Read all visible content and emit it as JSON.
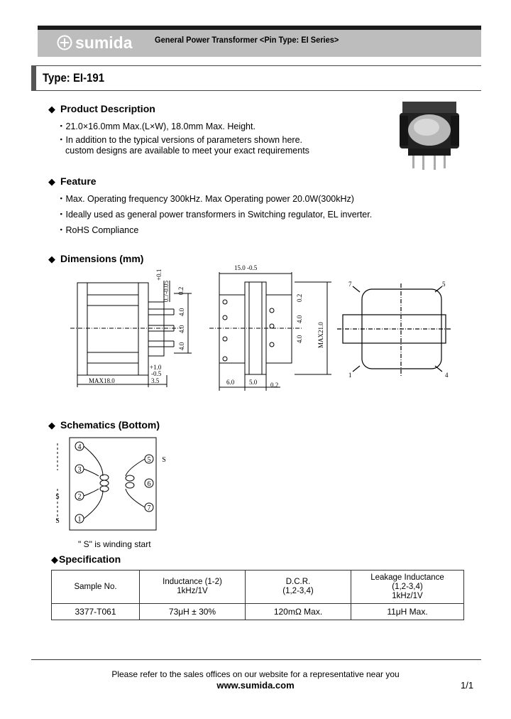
{
  "header": {
    "brand": "sumida",
    "title": "General Power Transformer <Pin Type: EI Series>"
  },
  "type_title": "Type: EI-191",
  "product_description": {
    "heading": "Product Description",
    "lines": [
      "・21.0×16.0mm Max.(L×W), 18.0mm Max. Height.",
      "・In addition to the typical versions of parameters shown here.",
      "custom designs are available to meet your exact requirements"
    ]
  },
  "feature": {
    "heading": "Feature",
    "lines": [
      "・Max. Operating frequency 300kHz. Max Operating power 20.0W(300kHz)",
      "・Ideally used as general power transformers in Switching regulator, EL inverter.",
      "・RoHS Compliance"
    ]
  },
  "dimensions": {
    "heading": "Dimensions (mm)",
    "labels": {
      "width_top": "15.0 -0.5",
      "pin_tol": "+0.1",
      "pin_dim": "0.7-0.05",
      "pitch_a": "0.2",
      "pitch_1": "4.0",
      "pitch_2": "4.0",
      "pitch_3": "4.0",
      "tol_lower": "+1.0",
      "tol_lower2": "-0.5",
      "max_length": "MAX18.0",
      "lead": "3.5",
      "side_a": "6.0",
      "side_b": "5.0",
      "side_c": "0.2",
      "side_p1": "0.2",
      "side_p2": "4.0",
      "side_p3": "4.0",
      "max_height": "MAX21.0",
      "pin7": "7",
      "pin5": "5",
      "pin1": "1",
      "pin4": "4"
    }
  },
  "schematics": {
    "heading": "Schematics (Bottom)",
    "pins": [
      "4",
      "3",
      "2",
      "1",
      "5",
      "6",
      "7"
    ],
    "s_labels": [
      "S",
      "S",
      "S"
    ],
    "note": "\" S\" is winding start"
  },
  "specification": {
    "heading": "Specification",
    "columns": [
      "Sample No.",
      "Inductance (1-2)\n1kHz/1V",
      "D.C.R.\n(1,2-3,4)",
      "Leakage Inductance\n(1,2-3,4)\n1kHz/1V"
    ],
    "rows": [
      [
        "3377-T061",
        "73μH ± 30%",
        "120mΩ Max.",
        "11μH Max."
      ]
    ]
  },
  "footer": {
    "note": "Please refer to the sales offices on our website for a representative near you",
    "url": "www.sumida.com",
    "page": "1/1"
  }
}
